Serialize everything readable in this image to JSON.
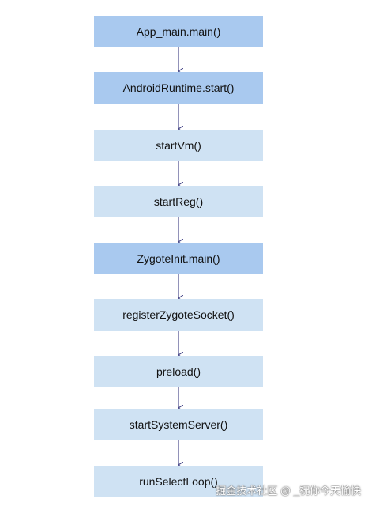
{
  "steps": [
    {
      "label": "App_main.main()",
      "shade": "dark"
    },
    {
      "label": "AndroidRuntime.start()",
      "shade": "dark"
    },
    {
      "label": "startVm()",
      "shade": "light"
    },
    {
      "label": "startReg()",
      "shade": "light"
    },
    {
      "label": "ZygoteInit.main()",
      "shade": "dark"
    },
    {
      "label": "registerZygoteSocket()",
      "shade": "light"
    },
    {
      "label": "preload()",
      "shade": "light"
    },
    {
      "label": "startSystemServer()",
      "shade": "light"
    },
    {
      "label": "runSelectLoop()",
      "shade": "light"
    }
  ],
  "watermark": "掘金技术社区 @ _祝你今天愉快",
  "colors": {
    "dark_box": "#a9c9ef",
    "light_box": "#cfe2f3",
    "arrow": "#4a4a8a"
  }
}
